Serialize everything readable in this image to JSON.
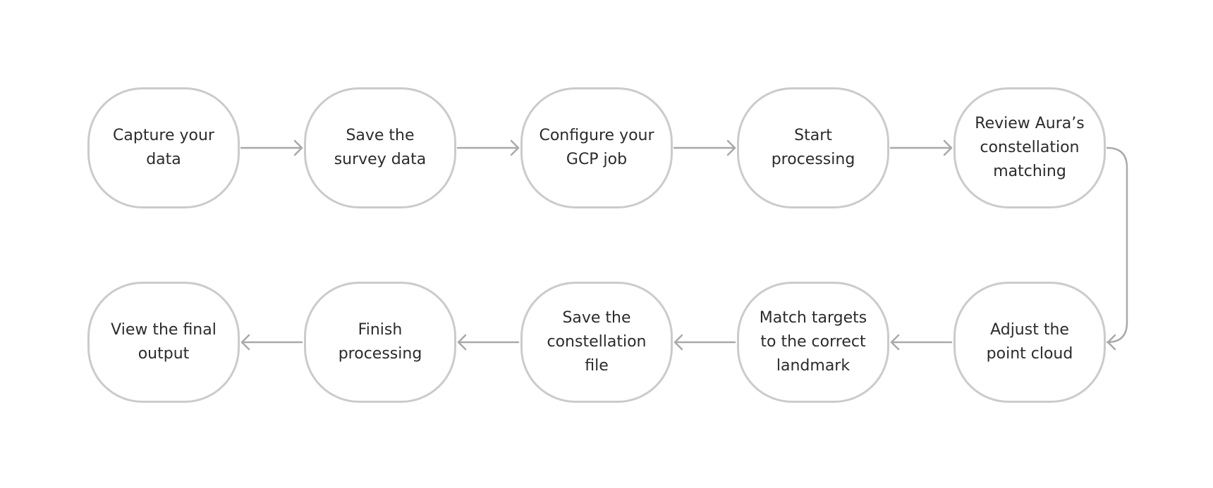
{
  "steps": [
    {
      "label": "Capture your\ndata"
    },
    {
      "label": "Save the\nsurvey data"
    },
    {
      "label": "Configure your\nGCP job"
    },
    {
      "label": "Start\nprocessing"
    },
    {
      "label": "Review Aura’s\nconstellation\nmatching"
    },
    {
      "label": "Adjust the\npoint cloud"
    },
    {
      "label": "Match targets\nto the correct\nlandmark"
    },
    {
      "label": "Save the\nconstellation\nfile"
    },
    {
      "label": "Finish\nprocessing"
    },
    {
      "label": "View the final\noutput"
    }
  ],
  "colors": {
    "node_border": "#cbcbcb",
    "connector": "#a9a9a9",
    "text": "#2b2b2b",
    "background": "#ffffff"
  }
}
